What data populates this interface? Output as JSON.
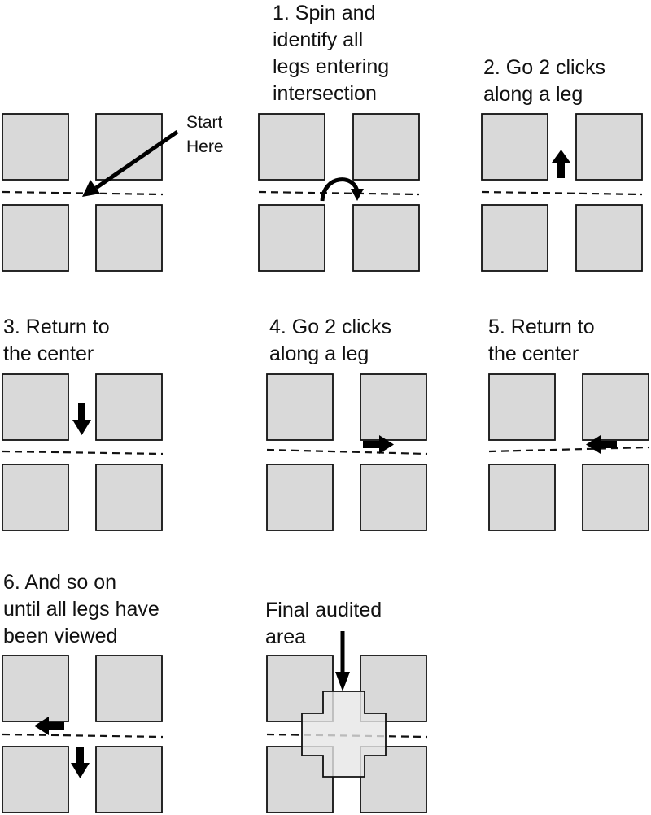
{
  "steps": {
    "start": "Start\nHere",
    "s1": "1.  Spin and\nidentify all\nlegs entering\nintersection",
    "s2": "2.  Go 2 clicks\nalong a leg",
    "s3": "3. Return to\nthe center",
    "s4": "4.  Go 2 clicks\nalong a leg",
    "s5": "5. Return to\nthe center",
    "s6": "6.  And so on\nuntil all legs have\nbeen viewed",
    "final": "Final audited\narea"
  },
  "colors": {
    "block_fill": "#d9d9d9",
    "stroke": "#111111",
    "arrow": "#000000",
    "audit_area_fill": "#e6e6e6"
  },
  "icons": {
    "pointer": "arrow-icon",
    "spin": "curved-arrow-icon"
  }
}
